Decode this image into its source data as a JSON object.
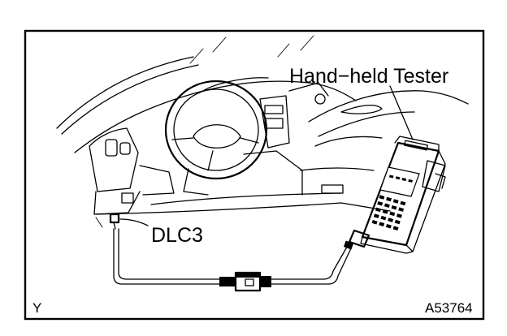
{
  "figure": {
    "labels": {
      "tester": "Hand−held Tester",
      "connector": "DLC3",
      "corner_code": "Y",
      "figure_id": "A53764"
    }
  }
}
